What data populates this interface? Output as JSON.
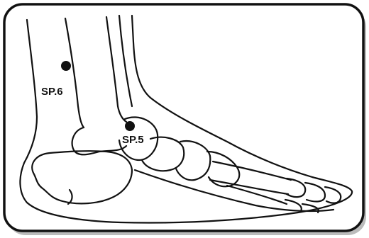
{
  "points": [
    {
      "id": "sp6",
      "label": "SP.6"
    },
    {
      "id": "sp5",
      "label": "SP.5"
    }
  ],
  "colors": {
    "ink": "#111111",
    "paper": "#ffffff",
    "border": "#111111"
  }
}
